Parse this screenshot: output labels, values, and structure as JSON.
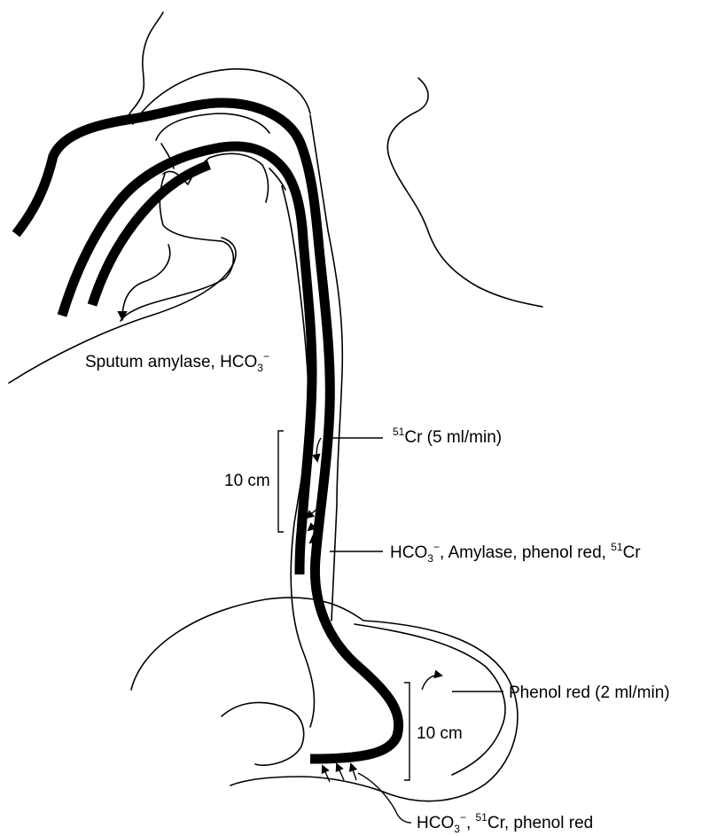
{
  "labels": {
    "sputum": {
      "text": "Sputum amylase, HCO",
      "sub": "3",
      "sup": "−"
    },
    "esophageal_infusion": {
      "iso": "51",
      "text": "Cr (5 ml/min)"
    },
    "esophageal_aspirate": {
      "text1": "HCO",
      "sub": "3",
      "sup": "−",
      "text2": ", Amylase, phenol red, ",
      "iso": "51",
      "text3": "Cr"
    },
    "gastric_infusion": {
      "text": "Phenol red (2 ml/min)"
    },
    "gastric_aspirate": {
      "text1": "HCO",
      "sub": "3",
      "sup": "−",
      "text2": ", ",
      "iso": "51",
      "text3": "Cr, phenol red"
    },
    "esophageal_span": "10 cm",
    "gastric_span": "10 cm"
  }
}
